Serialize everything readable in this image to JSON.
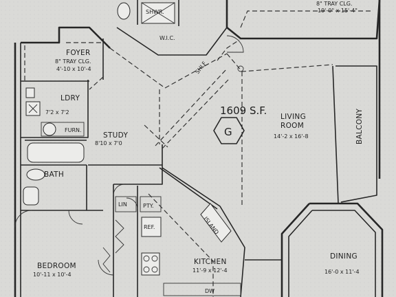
{
  "area_label": "1609 S.F.",
  "unit_badge": "G",
  "rooms": {
    "living": {
      "name": "LIVING",
      "name2": "ROOM",
      "dims": "14'-2 x 16'-8"
    },
    "balcony": {
      "name": "BALCONY"
    },
    "study": {
      "name": "STUDY",
      "dims": "8'10 x 7'0"
    },
    "foyer": {
      "name": "FOYER",
      "note": "8\" TRAY CLG.",
      "dims": "4'-10 x 10'-4"
    },
    "laundry": {
      "name": "LDRY",
      "dims": "7'2 x 7'2"
    },
    "furnace": {
      "name": "FURN."
    },
    "bath": {
      "name": "BATH"
    },
    "bedroom": {
      "name": "BEDROOM",
      "dims": "10'-11 x 10'-4"
    },
    "kitchen": {
      "name": "KITCHEN",
      "dims": "11'-9 x 12'-4"
    },
    "dining": {
      "name": "DINING",
      "dims": "16'-0 x 11'-4"
    },
    "wic": {
      "name": "W.I.C."
    },
    "master": {
      "note": "8\" TRAY CLG.",
      "dims": "19'-0\" x 15'-4\""
    }
  },
  "fixtures": {
    "shower": "SHWR.",
    "linen": "LIN",
    "pantry": "PTY.",
    "refrigerator": "REF.",
    "island": "ISLAND",
    "dishwasher": "DW",
    "shelf": "SHLF"
  }
}
